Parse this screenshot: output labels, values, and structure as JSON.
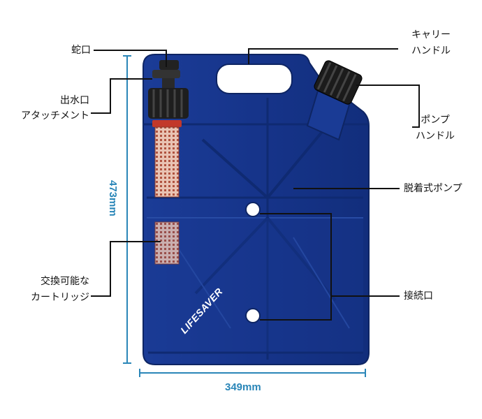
{
  "labels": {
    "faucet": "蛇口",
    "outlet_line1": "出水口",
    "outlet_line2": "アタッチメント",
    "cartridge_line1": "交換可能な",
    "cartridge_line2": "カートリッジ",
    "carry_line1": "キャリー",
    "carry_line2": "ハンドル",
    "pump_handle_line1": "ポンプ",
    "pump_handle_line2": "ハンドル",
    "detachable_pump": "脱着式ポンプ",
    "connector": "接続口"
  },
  "dimensions": {
    "height": "473mm",
    "width": "349mm"
  },
  "brand": "LIFESAVER",
  "colors": {
    "body": "#16348a",
    "body_dark": "#0f2668",
    "body_light": "#2548a5",
    "dimension": "#2a86b8",
    "leader": "#111111",
    "filter_mesh": "#d9a48e"
  }
}
